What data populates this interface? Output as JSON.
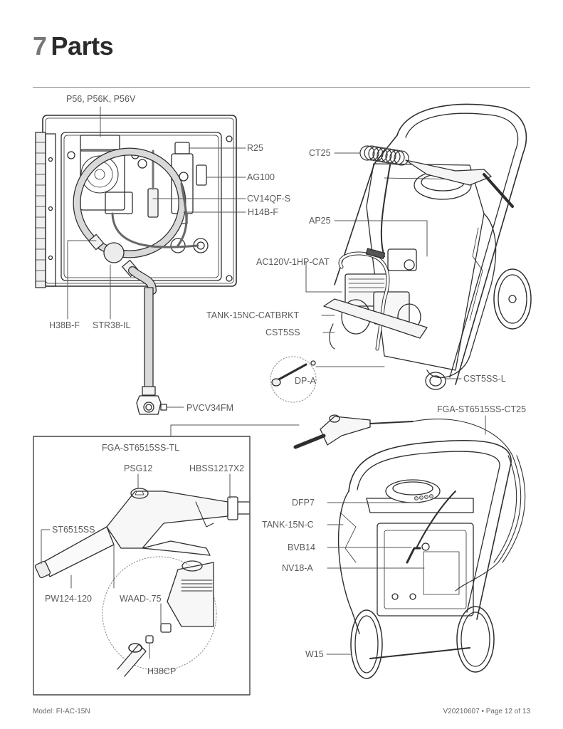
{
  "page": {
    "section_number": "7",
    "section_title": "Parts"
  },
  "labels": {
    "p56": "P56, P56K, P56V",
    "r25": "R25",
    "ag100": "AG100",
    "cv14qf": "CV14QF-S",
    "h14bf": "H14B-F",
    "h38bf": "H38B-F",
    "str38": "STR38-IL",
    "pvcv34fm": "PVCV34FM",
    "ct25": "CT25",
    "ap25": "AP25",
    "ac120v": "AC120V-1HP-CAT",
    "tank_catbrkt": "TANK-15NC-CATBRKT",
    "cst5ss": "CST5SS",
    "dpa": "DP-A",
    "cst5ssl": "CST5SS-L",
    "fga_ct25": "FGA-ST6515SS-CT25",
    "fga_tl": "FGA-ST6515SS-TL",
    "psg12": "PSG12",
    "hbss": "HBSS1217X2",
    "st6515ss": "ST6515SS",
    "pw124": "PW124-120",
    "waad": "WAAD-.75",
    "h38cp": "H38CP",
    "dfp7": "DFP7",
    "tank15nc": "TANK-15N-C",
    "bvb14": "BVB14",
    "nv18a": "NV18-A",
    "w15": "W15"
  },
  "footer": {
    "model": "Model: FI-AC-15N",
    "version_page": "V20210607 • Page 12 of 13"
  },
  "colors": {
    "line": "#2e2e2e",
    "leader": "#555555",
    "hose_fill": "#d9d9d9",
    "label": "#5a5a5a"
  }
}
